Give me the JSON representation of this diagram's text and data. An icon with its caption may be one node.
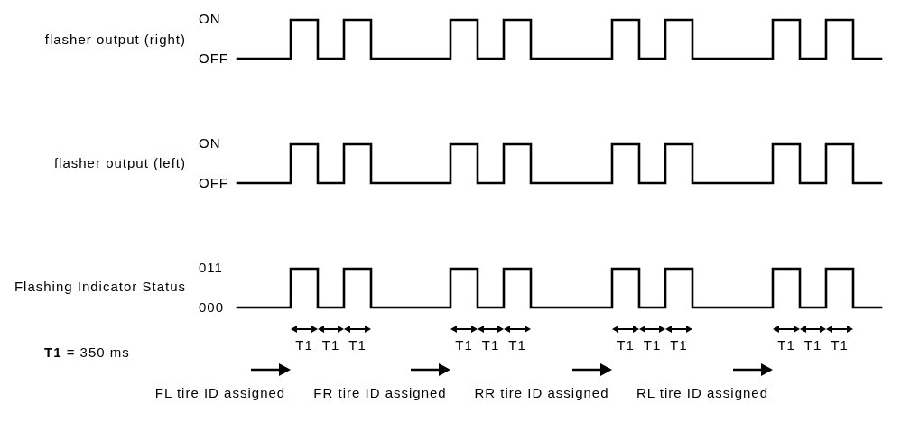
{
  "diagram": {
    "labels": [
      "ON",
      "flasher output (right)",
      "OFF",
      "ON",
      "flasher output (left)",
      "OFF",
      "011",
      "Flashing Indicator Status",
      "000",
      "T1",
      "T1",
      "T1",
      "T1",
      "T1",
      "T1",
      "T1",
      "T1",
      "T1",
      "T1",
      "T1",
      "T1",
      "**T1** = 350 ms",
      "FL tire ID assigned",
      "FR tire ID assigned",
      "RR tire ID assigned",
      "RL tire ID assigned"
    ]
  }
}
